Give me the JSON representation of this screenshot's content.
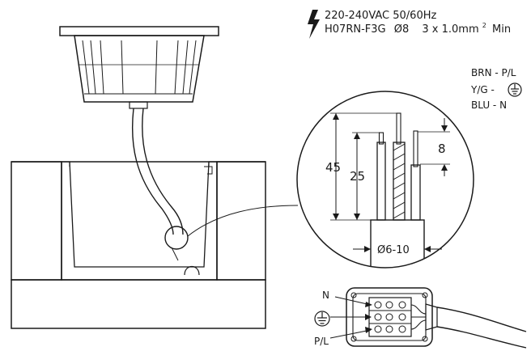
{
  "power": {
    "voltage": "220-240VAC 50/60Hz",
    "cable_type": "H07RN-F3G",
    "cable_dia": "Ø8",
    "conductors": "3 x 1.0mm",
    "conductors_sup": "2",
    "conductors_suffix": "Min"
  },
  "wiring_legend": {
    "brown": "BRN - P/L",
    "yellow_green": "Y/G -",
    "blue": "BLU - N"
  },
  "detail": {
    "strip_total": "45",
    "strip_inner": "25",
    "conductor_strip": "8",
    "sheath_dia": "Ø6-10"
  },
  "terminal": {
    "neutral": "N",
    "phase": "P/L"
  },
  "icons": [
    "lightning-icon",
    "ground-icon"
  ]
}
